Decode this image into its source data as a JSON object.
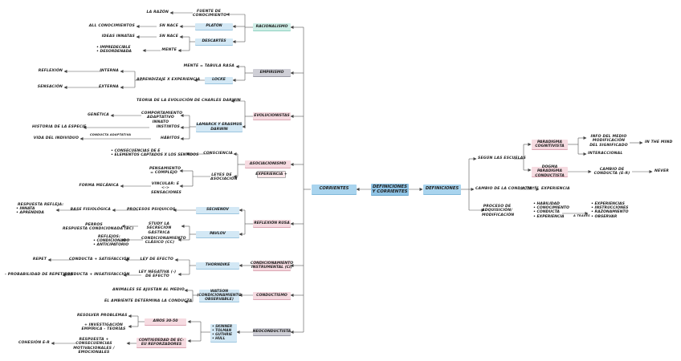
{
  "center": {
    "left": "CORRIENTES",
    "middle": "DEFINICIONES Y CORRIENTES",
    "right": "DEFINICIONES"
  },
  "racionalismo": {
    "label": "RACIONALISMO",
    "fuente": "FUENTE DE CONOCIMIENTO",
    "razon": "LA RAZÓN",
    "platon": "PLATÓN",
    "sn_nace_1": "SN NACE",
    "todos": "ALL CONOCIMIENTOS",
    "descartes": "DESCARTES",
    "sn_nace_2": "SN NACE",
    "ideas": "IDEAS INNATAS",
    "mente": "MENTE",
    "impredecible": [
      "IMPREDECIBLE",
      "DESORDENADA"
    ]
  },
  "empirismo": {
    "label": "EMPIRISMO",
    "tabula": "MENTE = TABULA RASA",
    "locke": "LOCKE",
    "aprendizaje": "APRENDIZAJE X EXPERIENCIA",
    "interna": "INTERNA",
    "externa": "EXTERNA",
    "reflexion": "REFLEXIÓN",
    "sensacion": "SENSACIÓN"
  },
  "evolucionistas": {
    "label": "EVOLUCIONISTAS",
    "teoria": "TEORIA DE LA EVOLUCIÓN DE CHARLES DARWIN",
    "lamarck": "LAMARCK Y ERASMUS DARWIN",
    "comportamiento": "COMPORTAMIENTO ADAPTATIVO INNATO",
    "genetica": "GENÉTICA",
    "instintos": "INSTINTOS",
    "historia": "HISTORIA DE LA ESPECIE",
    "habitos": "HÁBITOS",
    "conducta_adaptativa": "CONDUCTA ADAPTATIVA",
    "vida": "VIDA DEL INDIVIDUO"
  },
  "asociacionismo": {
    "label": "ASOCIACIONISMO",
    "experiencia": "EXPERIENCIA +",
    "consciencia": "CONSCIENCIA",
    "consecuencias": [
      "CONSECUENCIAS DE E",
      "ELEMENTOS CAPTADOS X LOS SENTIDOS"
    ],
    "leyes": "LEYES DE ASOCIACIÓN",
    "pensamiento": "PENSAMIENTO = COMPLEJO",
    "vincular": "VINCULAR: E <-> SENSACIONES",
    "forma": "FORMA MECÁNICA"
  },
  "reflexion_rusa": {
    "label": "REFLEXIÓN RUSA",
    "sechenov": "SECHENOV",
    "procesos": "PROCESOS PSIQUICOS",
    "base": "BASE FISIOLÓGICA",
    "respuesta_refleja": "RESPUESTA REFLEJA:",
    "innata_aprendida": [
      "INNATA",
      "APRENDIDA"
    ],
    "pavlov": "PAVLOV",
    "study": "STUDY LA SECRECIÓN GÁSTRICA",
    "perros": "PERROS",
    "respuesta_bc": "RESPUESTA CONDICIONADA (BC)",
    "condicionamiento": "CONDICIONAMIENTO CLÁSICO (CC)",
    "reflejos": "REFLEJOS:",
    "reflejos_list": [
      "CONDICIONADO",
      "ANTICIPATORIO"
    ]
  },
  "condicionamiento_instrumental": {
    "label": "CONDICIONAMIENTO INSTRUMENTAL (CI)",
    "thorndike": "THORNDIKE",
    "ley_efecto": "LEY DE EFECTO",
    "satisfaccion": "CONDUCTA + SATISFACCIÓN",
    "repet": "REPET",
    "ley_negativa": "LEY NEGATIVA (-) DE EFECTO",
    "insatisfaccion": "CONDUCTA + INSATISFACCIÓN",
    "probabilidad": "- PROBABILIDAD DE REPETIRSE"
  },
  "conductismo": {
    "label": "CONDUCTISMO",
    "watson": "WATSON (CONDICIONAMIENTO OBSERVABLE)",
    "animales": "ANIMALES SE AJUSTAN AL MEDIO",
    "ambiente": "EL AMBIENTE DETERMINA LA CONDUCTA"
  },
  "neoconductista": {
    "label": "NEOCONDUCTISTA",
    "autores": [
      "SKINNER",
      "TOLMAN",
      "GUTHRIE",
      "HULL"
    ],
    "anos": "AÑOS 30-50",
    "resolver": "RESOLVER PROBLEMAS",
    "investigacion": "+ INVESTIGACIÓN EMPÍRICA - TEORÍAS",
    "contiguedad": "CONTIGÜEDAD DE EC- EU REFORZADORES",
    "respuesta": "RESPUESTA + CONSECUENCIAS MOTIVACIONALES / EMOCIONALES",
    "cohesion": "COHESIÓN E-R"
  },
  "definiciones": {
    "escuelas": "SEGÚN LAS ESCUELAS",
    "paradigma": "PARADIGMA COGNITIVISTA",
    "info": "INFO DEL MEDIO MODIFICACIÓN DEL SIGNIFICADO",
    "mind": "IN THE MIND",
    "interaccional": "INTERACCIONAL",
    "dogma": "DOGMA PARADIGMA CONDUCTISTA",
    "cambio_er": "CAMBIO DE CONDUCTA (E-R)",
    "never": "NEVER",
    "cambio": "CAMBIO DE LA CONDUCTA",
    "a_traves_1": "A TRAVÉS",
    "experiencia": "EXPERIENCIA",
    "proceso": "PROCESO DE ADQUISICIÓN/ MODIFICACIÓN",
    "habilidades": [
      "HABILIDAD",
      "CONOCIMIENTO",
      "CONDUCTA",
      "EXPERIENCIA"
    ],
    "a_traves_2": "A TRAVÉS",
    "medios": [
      "EXPERIENCIAS",
      "INSTRUCCIONES",
      "RAZONAMIENTO",
      "OBSERVAR"
    ]
  }
}
